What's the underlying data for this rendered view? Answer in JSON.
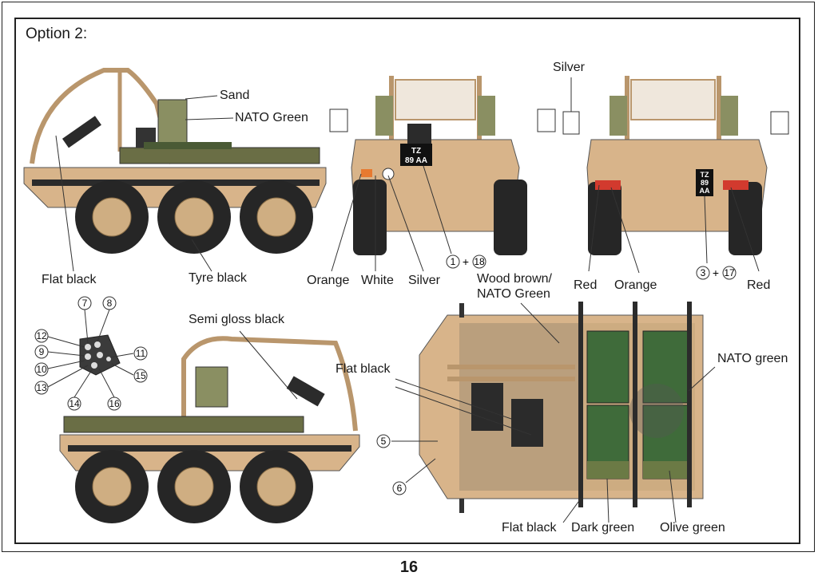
{
  "header": {
    "option_title": "Option 2:"
  },
  "page_number": "16",
  "side_view_left": {
    "labels": {
      "sand": "Sand",
      "nato_green": "NATO Green",
      "flat_black": "Flat black",
      "tyre_black": "Tyre black"
    }
  },
  "front_view": {
    "plate_line1": "TZ",
    "plate_line2": "89 AA",
    "labels": {
      "orange": "Orange",
      "white": "White",
      "silver": "Silver"
    },
    "decal_ref": {
      "a": "1",
      "plus": "+",
      "b": "18"
    }
  },
  "rear_view": {
    "plate_line1": "TZ",
    "plate_line2": "89",
    "plate_line3": "AA",
    "labels": {
      "silver": "Silver",
      "red_left": "Red",
      "orange": "Orange",
      "red_right": "Red"
    },
    "decal_ref": {
      "a": "3",
      "plus": "+",
      "b": "17"
    }
  },
  "instrument_panel": {
    "callouts": [
      "7",
      "8",
      "12",
      "9",
      "10",
      "13",
      "14",
      "16",
      "11",
      "15"
    ]
  },
  "side_view_right": {
    "labels": {
      "semi_gloss_black": "Semi gloss black"
    }
  },
  "top_view": {
    "labels": {
      "wood_brown": "Wood brown/",
      "nato_green_2": "NATO Green",
      "flat_black": "Flat black",
      "nato_green_lc": "NATO green",
      "flat_black_bottom": "Flat black",
      "dark_green": "Dark green",
      "olive_green": "Olive green"
    },
    "callouts": [
      "5",
      "6"
    ]
  },
  "colors": {
    "sand": "#d8b48a",
    "sand_dark": "#b9966c",
    "nato_green": "#5d6b45",
    "dark_green": "#3f6b3a",
    "olive_green": "#6b7a45",
    "tyre": "#262626",
    "orange": "#e77a30",
    "red": "#d23a2e",
    "silver": "#c9c9c9"
  }
}
